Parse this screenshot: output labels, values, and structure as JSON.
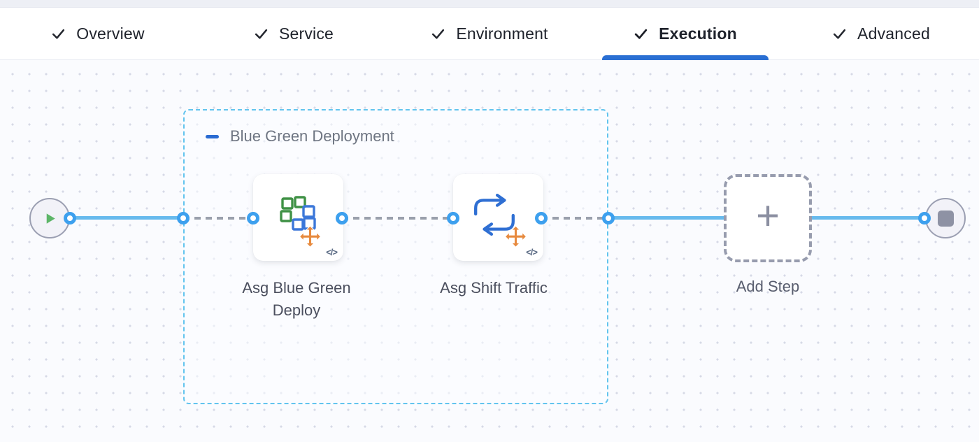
{
  "tab_bar": {
    "tabs": [
      {
        "label": "Overview"
      },
      {
        "label": "Service"
      },
      {
        "label": "Environment"
      },
      {
        "label": "Execution"
      },
      {
        "label": "Advanced"
      }
    ],
    "active_tab": "Execution"
  },
  "pipeline": {
    "group_label": "Blue Green Deployment",
    "steps": [
      {
        "label": "Asg Blue Green Deploy",
        "code_badge": "</>"
      },
      {
        "label": "Asg Shift Traffic",
        "code_badge": "</>"
      }
    ],
    "add_step_label": "Add Step",
    "plus_glyph": "+"
  },
  "colors": {
    "accent_blue": "#2a6fd3",
    "connector_blue": "#67baed",
    "port_blue": "#3da0ee",
    "group_border_blue": "#62c4ee",
    "play_green": "#5cb567",
    "stop_gray": "#8e92a4",
    "move_orange": "#e78a3e",
    "square_green": "#3f9145",
    "square_blue": "#3b77d9"
  }
}
